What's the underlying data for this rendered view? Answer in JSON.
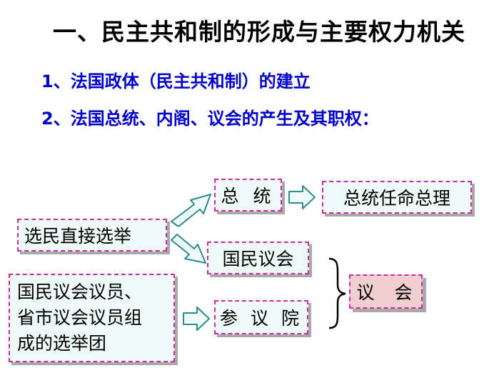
{
  "slide": {
    "title": "一、民主共和制的形成与主要权力机关",
    "point1": "1、法国政体（民主共和制）的建立",
    "point2": "2、法国总统、内阁、议会的产生及其职权："
  },
  "diagram": {
    "voters": "选民直接选举",
    "president": "总 统",
    "appoint": "总统任命总理",
    "national_assembly": "国民议会",
    "senate": "参 议 院",
    "electors_lines": [
      "国民议会议员、",
      "省市议会议员组",
      "成的选举团"
    ],
    "parliament": "议 会"
  },
  "colors": {
    "title": "#000000",
    "subtitle": "#0000cc",
    "box_fill": "#eefaf8",
    "box_border": "#cc2aa6",
    "parliament_fill": "#f2cfcf",
    "arrow_fill": "#eefaf8",
    "arrow_stroke": "#2e8b8b"
  }
}
